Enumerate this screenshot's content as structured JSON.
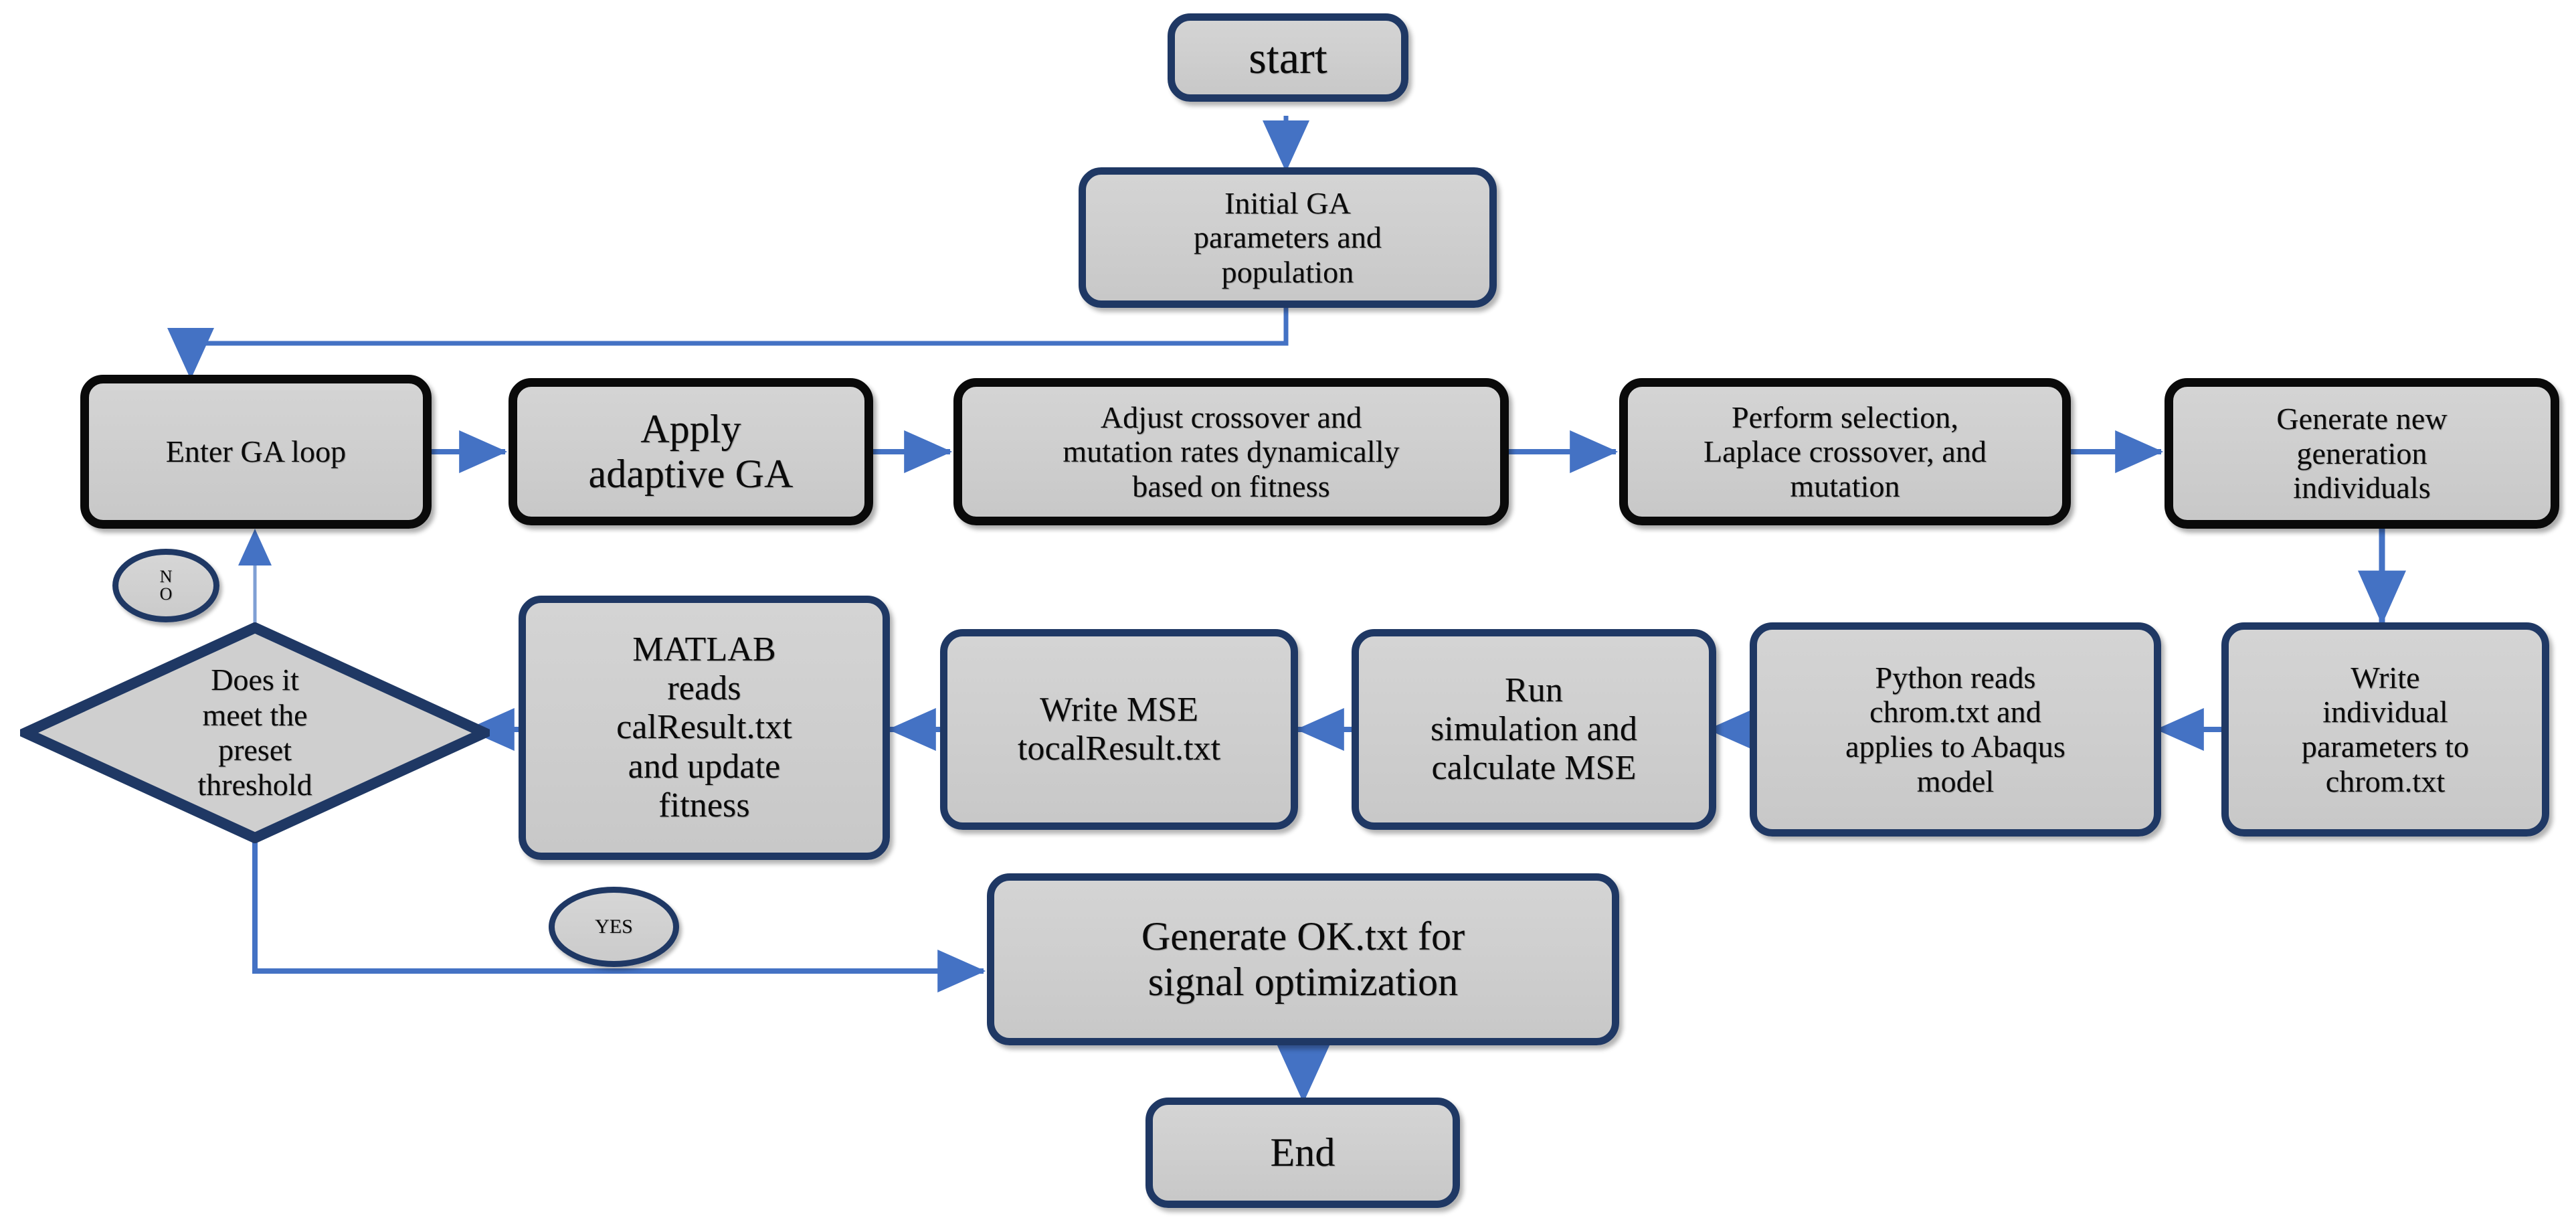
{
  "diagram": {
    "title": "Adaptive GA / Abaqus co-simulation flowchart",
    "colors": {
      "node_fill": "#cfcfcf",
      "border_navy": "#1f3864",
      "border_black": "#0a0a0a",
      "arrow_blue": "#4472c4",
      "background": "#ffffff"
    }
  },
  "nodes": {
    "start": {
      "label": "start",
      "shape": "rounded-rect",
      "border": "navy"
    },
    "init": {
      "label": "Initial GA\nparameters and\npopulation",
      "shape": "rounded-rect",
      "border": "navy"
    },
    "enter_loop": {
      "label": "Enter GA loop",
      "shape": "rounded-rect",
      "border": "black"
    },
    "apply_ga": {
      "label": "Apply\nadaptive GA",
      "shape": "rounded-rect",
      "border": "black"
    },
    "adjust_rates": {
      "label": "Adjust crossover and\nmutation rates dynamically\nbased on fitness",
      "shape": "rounded-rect",
      "border": "black"
    },
    "perform_selection": {
      "label": "Perform selection,\nLaplace crossover, and\nmutation",
      "shape": "rounded-rect",
      "border": "black"
    },
    "generate_new": {
      "label": "Generate new\ngeneration\nindividuals",
      "shape": "rounded-rect",
      "border": "black"
    },
    "write_params": {
      "label": "Write\nindividual\nparameters to\nchrom.txt",
      "shape": "rounded-rect",
      "border": "navy"
    },
    "python_reads": {
      "label": "Python reads\nchrom.txt and\napplies to Abaqus\nmodel",
      "shape": "rounded-rect",
      "border": "navy"
    },
    "run_sim": {
      "label": "Run\nsimulation and\ncalculate MSE",
      "shape": "rounded-rect",
      "border": "navy"
    },
    "write_mse": {
      "label": "Write MSE\ntocalResult.txt",
      "shape": "rounded-rect",
      "border": "navy"
    },
    "matlab_reads": {
      "label": "MATLAB\nreads\ncalResult.txt\nand update\nfitness",
      "shape": "rounded-rect",
      "border": "navy"
    },
    "decision": {
      "label": "Does it\nmeet the\npreset\nthreshold",
      "shape": "diamond",
      "border": "navy"
    },
    "generate_ok": {
      "label": "Generate OK.txt for\nsignal optimization",
      "shape": "rounded-rect",
      "border": "navy"
    },
    "end": {
      "label": "End",
      "shape": "rounded-rect",
      "border": "navy"
    }
  },
  "edge_labels": {
    "no": {
      "label": "N\nO",
      "shape": "ellipse"
    },
    "yes": {
      "label": "YES",
      "shape": "ellipse"
    }
  },
  "edges": [
    {
      "from": "start",
      "to": "init",
      "label": ""
    },
    {
      "from": "init",
      "to": "enter_loop",
      "label": ""
    },
    {
      "from": "enter_loop",
      "to": "apply_ga",
      "label": ""
    },
    {
      "from": "apply_ga",
      "to": "adjust_rates",
      "label": ""
    },
    {
      "from": "adjust_rates",
      "to": "perform_selection",
      "label": ""
    },
    {
      "from": "perform_selection",
      "to": "generate_new",
      "label": ""
    },
    {
      "from": "generate_new",
      "to": "write_params",
      "label": ""
    },
    {
      "from": "write_params",
      "to": "python_reads",
      "label": ""
    },
    {
      "from": "python_reads",
      "to": "run_sim",
      "label": ""
    },
    {
      "from": "run_sim",
      "to": "write_mse",
      "label": ""
    },
    {
      "from": "write_mse",
      "to": "matlab_reads",
      "label": ""
    },
    {
      "from": "matlab_reads",
      "to": "decision",
      "label": ""
    },
    {
      "from": "decision",
      "to": "enter_loop",
      "label": "NO"
    },
    {
      "from": "decision",
      "to": "generate_ok",
      "label": "YES"
    },
    {
      "from": "generate_ok",
      "to": "end",
      "label": ""
    }
  ]
}
